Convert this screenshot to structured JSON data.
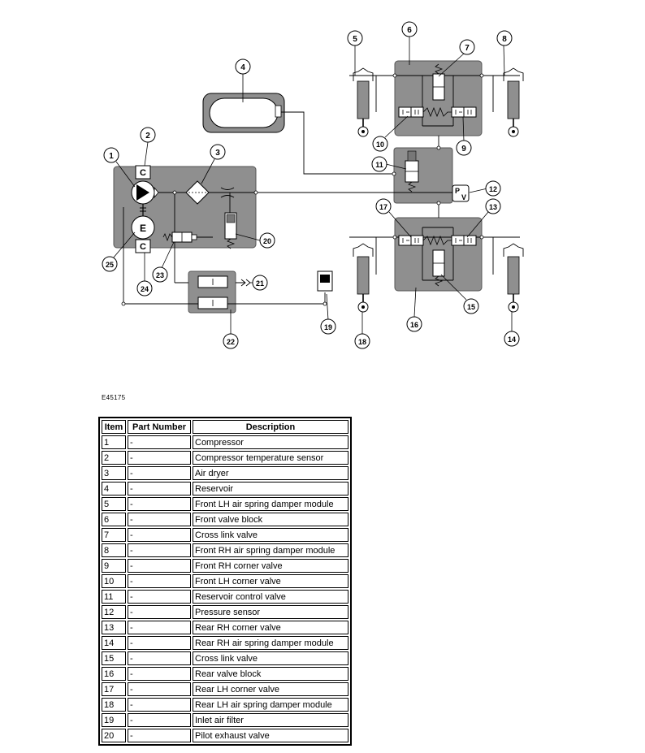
{
  "figure": {
    "ref": "E45175",
    "callouts": [
      "1",
      "2",
      "3",
      "4",
      "5",
      "6",
      "7",
      "8",
      "9",
      "10",
      "11",
      "12",
      "13",
      "14",
      "15",
      "16",
      "17",
      "18",
      "19",
      "20",
      "21",
      "22",
      "23",
      "24",
      "25"
    ],
    "symbol_letters": {
      "compressor_sensor": "C",
      "motor": "E",
      "motor_sensor": "C",
      "pressure_p": "P",
      "pressure_v": "V"
    }
  },
  "table": {
    "headers": [
      "Item",
      "Part Number",
      "Description"
    ],
    "rows": [
      [
        "1",
        "-",
        "Compressor"
      ],
      [
        "2",
        "-",
        "Compressor temperature sensor"
      ],
      [
        "3",
        "-",
        "Air dryer"
      ],
      [
        "4",
        "-",
        "Reservoir"
      ],
      [
        "5",
        "-",
        "Front LH air spring damper module"
      ],
      [
        "6",
        "-",
        "Front valve block"
      ],
      [
        "7",
        "-",
        "Cross link valve"
      ],
      [
        "8",
        "-",
        "Front RH air spring damper module"
      ],
      [
        "9",
        "-",
        "Front RH corner valve"
      ],
      [
        "10",
        "-",
        "Front LH corner valve"
      ],
      [
        "11",
        "-",
        "Reservoir control valve"
      ],
      [
        "12",
        "-",
        "Pressure sensor"
      ],
      [
        "13",
        "-",
        "Rear RH corner valve"
      ],
      [
        "14",
        "-",
        "Rear RH air spring damper module"
      ],
      [
        "15",
        "-",
        "Cross link valve"
      ],
      [
        "16",
        "-",
        "Rear valve block"
      ],
      [
        "17",
        "-",
        "Rear LH corner valve"
      ],
      [
        "18",
        "-",
        "Rear LH air spring damper module"
      ],
      [
        "19",
        "-",
        "Inlet air filter"
      ],
      [
        "20",
        "-",
        "Pilot exhaust valve"
      ]
    ]
  }
}
